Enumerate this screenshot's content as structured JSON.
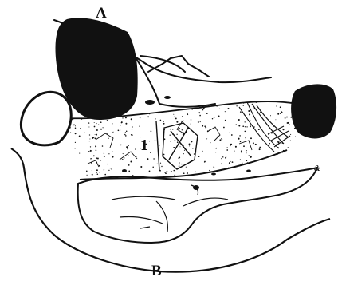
{
  "labels": {
    "a": "A",
    "b": "B",
    "one": "1",
    "tiny": "&"
  },
  "colors": {
    "ink": "#111111",
    "paper": "#ffffff"
  }
}
